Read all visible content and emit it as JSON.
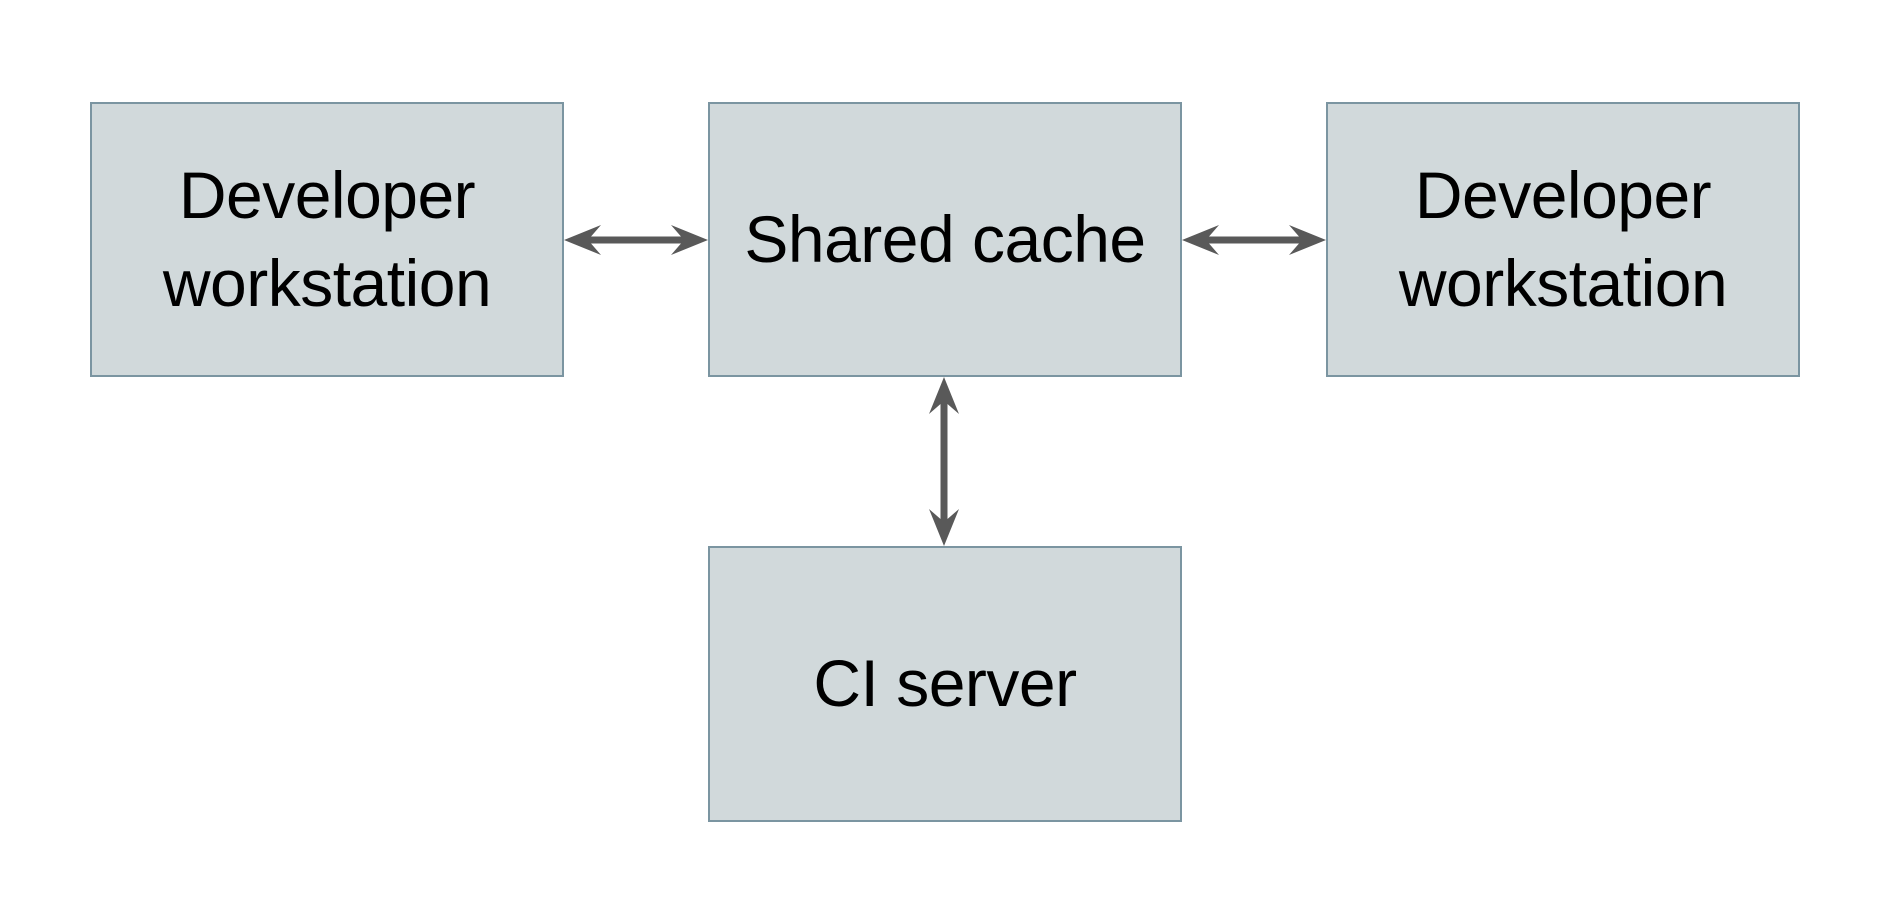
{
  "diagram": {
    "nodes": [
      {
        "id": "developer-workstation-left",
        "label": "Developer workstation"
      },
      {
        "id": "shared-cache",
        "label": "Shared cache"
      },
      {
        "id": "developer-workstation-right",
        "label": "Developer workstation"
      },
      {
        "id": "ci-server",
        "label": "CI server"
      }
    ],
    "edges": [
      {
        "from": "developer-workstation-left",
        "to": "shared-cache",
        "type": "bidirectional"
      },
      {
        "from": "shared-cache",
        "to": "developer-workstation-right",
        "type": "bidirectional"
      },
      {
        "from": "shared-cache",
        "to": "ci-server",
        "type": "bidirectional"
      }
    ],
    "colors": {
      "background": "#ffffff",
      "node_fill": "#d1d9db",
      "node_border": "#7b95a1",
      "arrow": "#595959",
      "text": "#000000"
    }
  }
}
